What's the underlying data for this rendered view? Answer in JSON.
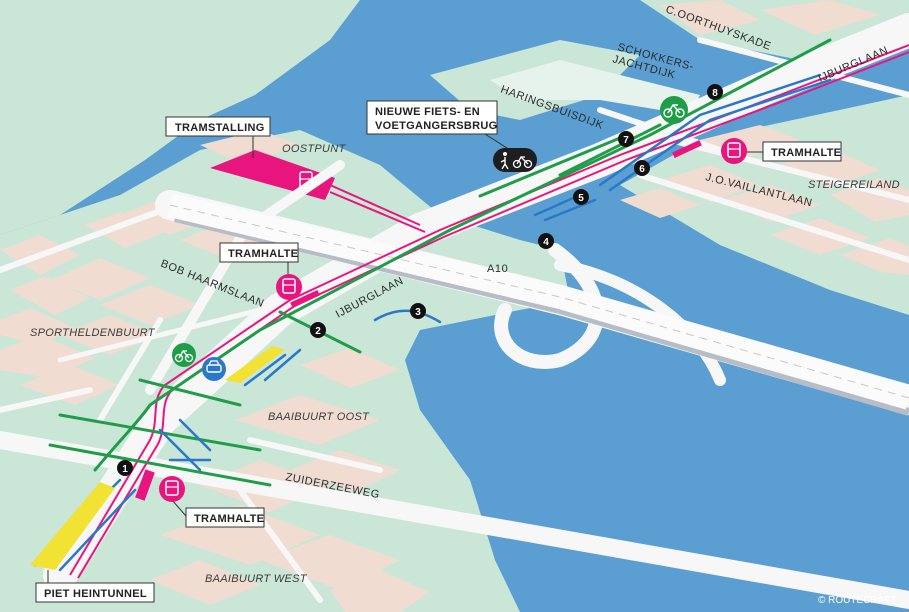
{
  "colors": {
    "water": "#5b9fd2",
    "land_green": "#c9e6d7",
    "block": "#f1dcd2",
    "road": "#f7f7f7",
    "tram": "#e8157f",
    "bike": "#1f9d48",
    "car": "#2b78c8",
    "tunnel": "#f2e233"
  },
  "labels": {
    "tramstalling": "TRAMSTALLING",
    "oostpunt": "OOSTPUNT",
    "nieuwe_brug_line1": "NIEUWE FIETS- EN",
    "nieuwe_brug_line2": "VOETGANGERSBRUG",
    "tramhalte_top": "TRAMHALTE",
    "tramhalte_right": "TRAMHALTE",
    "tramhalte_bottom": "TRAMHALTE",
    "corthuyskade": "C.OORTHUYSKADE",
    "schokkers_line1": "SCHOKKERS-",
    "schokkers_line2": "JACHTDIJK",
    "haringsbuisdijk": "HARINGSBUISDIJK",
    "ijburglaan_top": "IJBURGLAAN",
    "ijburglaan_mid": "IJBURGLAAN",
    "steigereiland": "STEIGEREILAND",
    "vaillantlaan": "J.O.VAILLANTLAAN",
    "a10": "A10",
    "bob_haarmslaan": "BOB HAARMSLAAN",
    "sportheldenbuurt": "SPORTHELDENBUURT",
    "baaibuurt_oost": "BAAIBUURT OOST",
    "zuiderzeeweg": "ZUIDERZEEWEG",
    "baaibuurt_west": "BAAIBUURT WEST",
    "piet_heintunnel": "PIET HEINTUNNEL",
    "copyright": "© ROUTECRAFT"
  },
  "markers": [
    "1",
    "2",
    "3",
    "4",
    "5",
    "6",
    "7",
    "8"
  ],
  "icons": {
    "tram": "tram-icon",
    "bike": "bike-icon",
    "car": "car-icon",
    "pedestrian_bike": "pedestrian-bike-icon"
  }
}
